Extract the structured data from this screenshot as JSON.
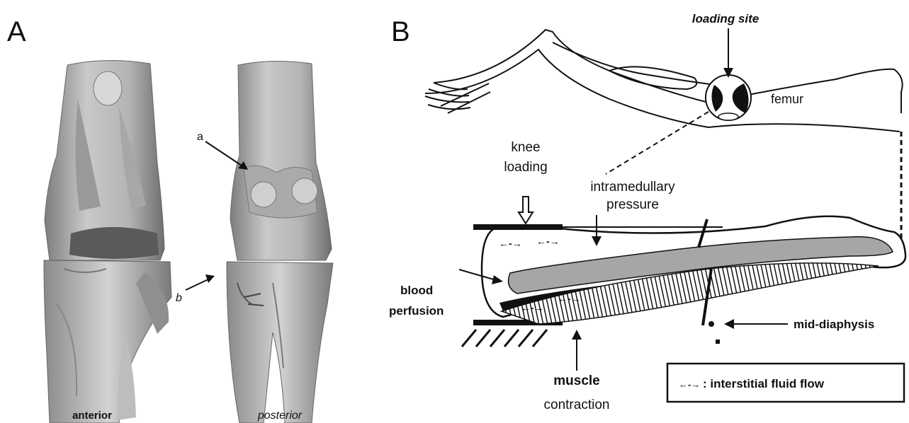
{
  "panel_a": {
    "letter": "A",
    "pointer_a": "a",
    "pointer_b": "b",
    "view_anterior": "anterior",
    "view_posterior": "posterior"
  },
  "panel_b": {
    "letter": "B",
    "loading_site": "loading site",
    "femur": "femur",
    "knee_loading_line1": "knee",
    "knee_loading_line2": "loading",
    "intramedullary_line1": "intramedullary",
    "intramedullary_line2": "pressure",
    "blood_line1": "blood",
    "blood_line2": "perfusion",
    "mid_diaphysis": "mid-diaphysis",
    "muscle_line1": "muscle",
    "muscle_line2": "contraction",
    "legend_text": ": interstitial fluid flow"
  }
}
